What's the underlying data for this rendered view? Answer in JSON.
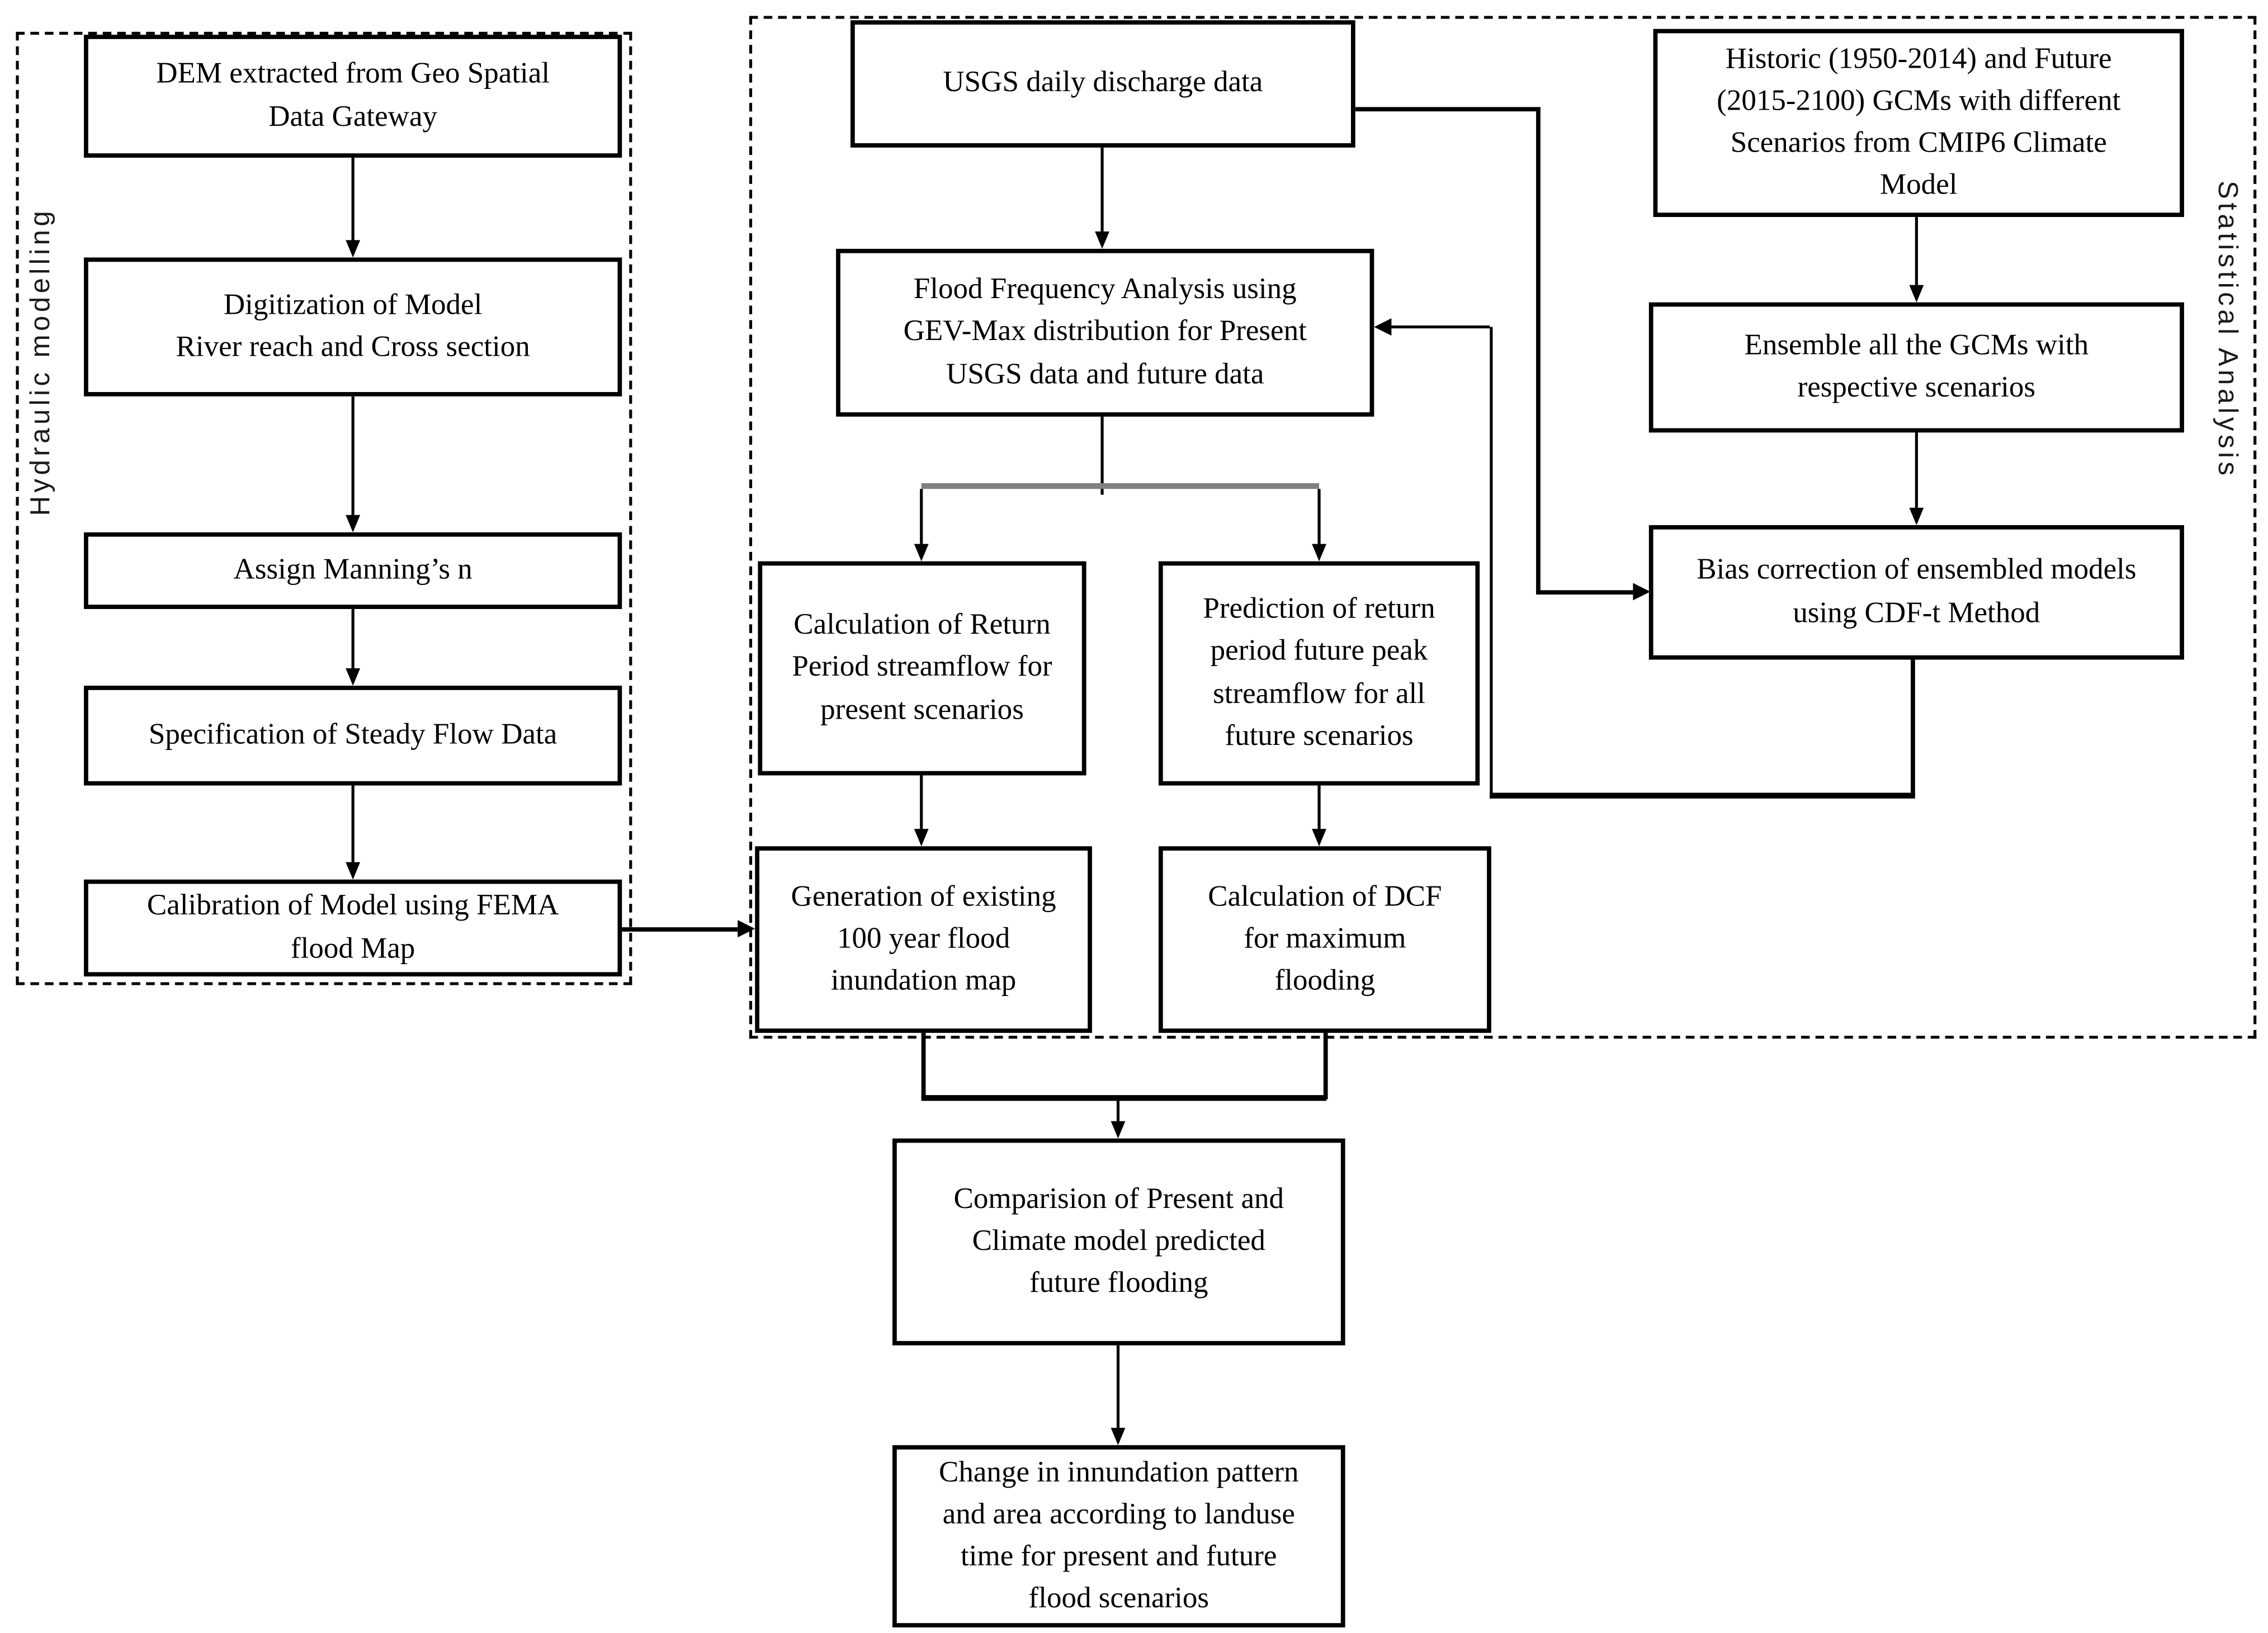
{
  "groups": {
    "hydraulic_label": "Hydraulic modelling",
    "statistical_label": "Statistical Analysis"
  },
  "colors": {
    "line": "#000000",
    "splitter_bar": "#808080",
    "background": "#ffffff"
  },
  "nodes": {
    "dem": "DEM extracted from Geo Spatial\nData Gateway",
    "digitization": "Digitization of Model\nRiver reach and Cross section",
    "manning": "Assign Manning’s n",
    "steady_flow": "Specification of Steady Flow Data",
    "calibration": "Calibration of Model using FEMA\nflood Map",
    "usgs": "USGS daily discharge data",
    "flood_freq": "Flood Frequency Analysis using\nGEV-Max distribution for Present\nUSGS data and future data",
    "calc_return": "Calculation of Return\nPeriod streamflow for\npresent scenarios",
    "prediction": "Prediction of return\nperiod future peak\nstreamflow for all\nfuture scenarios",
    "generation": "Generation of existing\n100 year flood\ninundation map",
    "dcf": "Calculation of DCF\nfor maximum\nflooding",
    "historic": "Historic (1950-2014) and Future\n(2015-2100) GCMs with different\nScenarios from CMIP6 Climate\nModel",
    "ensemble": "Ensemble all the GCMs with\nrespective scenarios",
    "bias": "Bias correction of ensembled models\nusing CDF-t Method",
    "comparison": "Comparision of Present and\nClimate model predicted\nfuture flooding",
    "change": "Change in innundation pattern\nand area according to landuse\ntime for present and future\nflood scenarios"
  }
}
